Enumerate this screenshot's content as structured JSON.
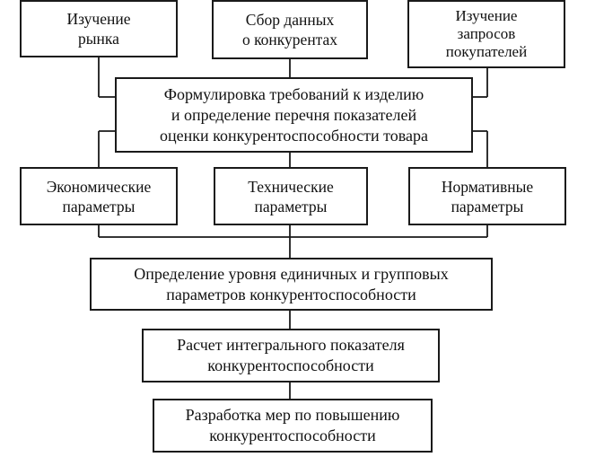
{
  "boxes": {
    "market_study": "Изучение\nрынка",
    "competitor_data": "Сбор данных\nо конкурентах",
    "customer_requests": "Изучение\nзапросов\nпокупателей",
    "requirements": "Формулировка требований к изделию\nи определение перечня показателей\nоценки конкурентоспособности товара",
    "economic": "Экономические\nпараметры",
    "technical": "Технические\nпараметры",
    "normative": "Нормативные\nпараметры",
    "level_definition": "Определение уровня единичных и групповых\nпараметров конкурентоспособности",
    "integral_calc": "Расчет интегрального показателя\nконкурентоспособности",
    "measures": "Разработка мер по повышению\nконкурентоспособности"
  }
}
